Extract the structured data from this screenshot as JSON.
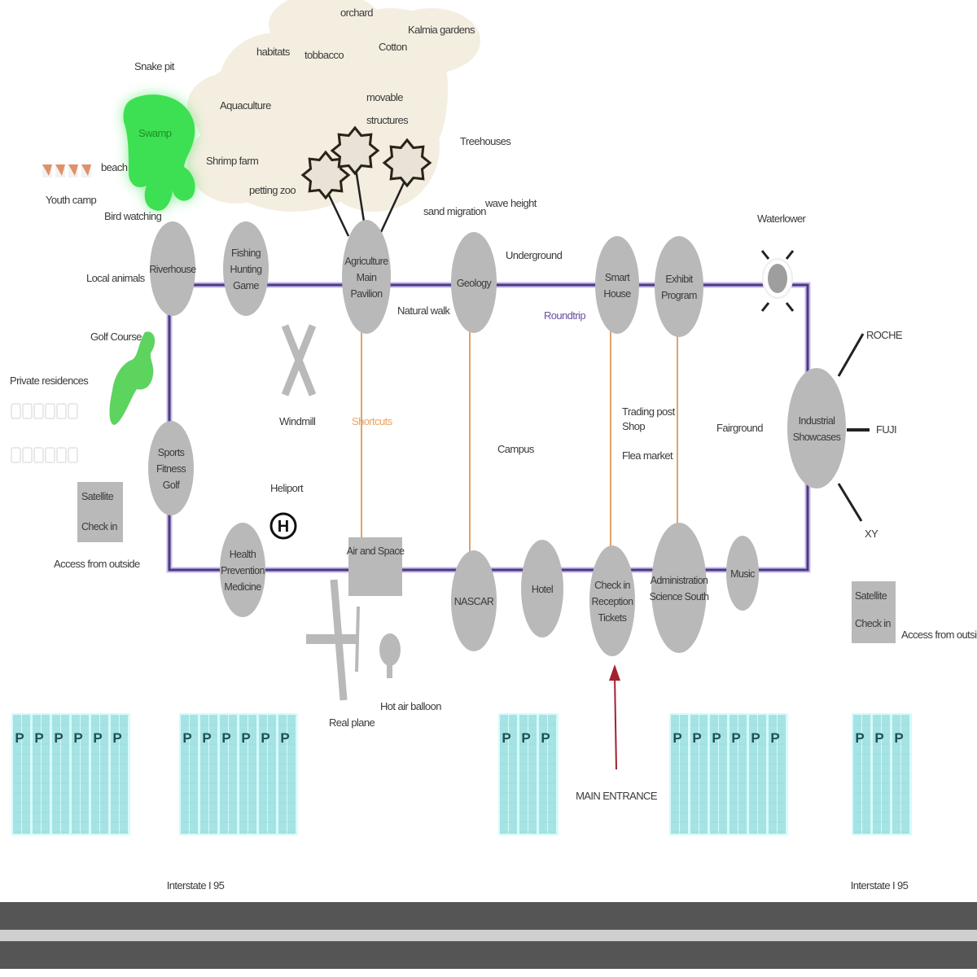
{
  "title": "Park site plan diagram",
  "colors": {
    "route": "#4b3a7e",
    "route_glow": "#c9b8ef",
    "shortcut": "#e0a36a",
    "node": "#b9b9b9",
    "farm_area": "#f3eee0",
    "swamp": "#3de052",
    "golf": "#5cd45e",
    "parking": "#a6e3e4",
    "parking_line": "#d6fbfb",
    "highway": "#555555",
    "entrance_arrow": "#a3212e",
    "roundtrip_text": "#6a4fa3",
    "shortcut_text": "#e8a45f"
  },
  "route": {
    "label": "Roundtrip",
    "shortcuts_label": "Shortcuts"
  },
  "nodes": [
    {
      "id": "riverhouse",
      "lines": [
        "Riverhouse"
      ]
    },
    {
      "id": "fishing",
      "lines": [
        "Fishing",
        "Hunting",
        "Game"
      ]
    },
    {
      "id": "agriculture",
      "lines": [
        "Agriculture",
        "Main",
        "Pavilion"
      ]
    },
    {
      "id": "geology",
      "lines": [
        "Geology"
      ]
    },
    {
      "id": "smart-house",
      "lines": [
        "Smart",
        "House"
      ]
    },
    {
      "id": "exhibit",
      "lines": [
        "Exhibit",
        "Program"
      ]
    },
    {
      "id": "industrial",
      "lines": [
        "Industrial",
        "Showcases"
      ]
    },
    {
      "id": "sports",
      "lines": [
        "Sports",
        "Fitness",
        "Golf"
      ]
    },
    {
      "id": "health",
      "lines": [
        "Health",
        "Prevention",
        "Medicine"
      ]
    },
    {
      "id": "nascar",
      "lines": [
        "NASCAR"
      ]
    },
    {
      "id": "hotel",
      "lines": [
        "Hotel"
      ]
    },
    {
      "id": "checkin",
      "lines": [
        "Check in",
        "Reception",
        "Tickets"
      ]
    },
    {
      "id": "administration",
      "lines": [
        "Administration",
        "Science South"
      ]
    },
    {
      "id": "music",
      "lines": [
        "Music"
      ]
    }
  ],
  "air_and_space": "Air and Space",
  "farm_labels": [
    "orchard",
    "Kalmia gardens",
    "habitats",
    "tobbacco",
    "Cotton",
    "Aquaculture",
    "movable",
    "structures",
    "Shrimp farm",
    "petting zoo"
  ],
  "labels": {
    "snake_pit": "Snake pit",
    "swamp": "Swamp",
    "beach": "beach",
    "youth_camp": "Youth camp",
    "bird_watching": "Bird watching",
    "local_animals": "Local animals",
    "golf_course": "Golf Course",
    "private_residences": "Private residences",
    "treehouses": "Treehouses",
    "sand_migration": "sand migration",
    "wave_height": "wave height",
    "underground": "Underground",
    "natural_walk": "Natural walk",
    "waterlower": "Waterlower",
    "windmill": "Windmill",
    "campus": "Campus",
    "trading": [
      "Trading post",
      "Shop",
      "Flea market"
    ],
    "fairground": "Fairground",
    "roche": "ROCHE",
    "fuji": "FUJI",
    "xy": "XY",
    "heliport": "Heliport",
    "heliport_symbol": "H",
    "real_plane": "Real plane",
    "hot_air_balloon": "Hot air balloon",
    "main_entrance": "MAIN ENTRANCE",
    "interstate_left": "Interstate I 95",
    "interstate_right": "Interstate I 95"
  },
  "satellite_left": {
    "lines": [
      "Satellite",
      "Check in"
    ],
    "access": "Access from outside"
  },
  "satellite_right": {
    "lines": [
      "Satellite",
      "Check in"
    ],
    "access": "Access from outside"
  },
  "parking": {
    "symbol": "P",
    "lots": [
      {
        "id": "lot-1",
        "count": 6
      },
      {
        "id": "lot-2",
        "count": 6
      },
      {
        "id": "lot-3",
        "count": 3
      },
      {
        "id": "lot-4",
        "count": 6
      },
      {
        "id": "lot-5",
        "count": 3
      }
    ]
  }
}
